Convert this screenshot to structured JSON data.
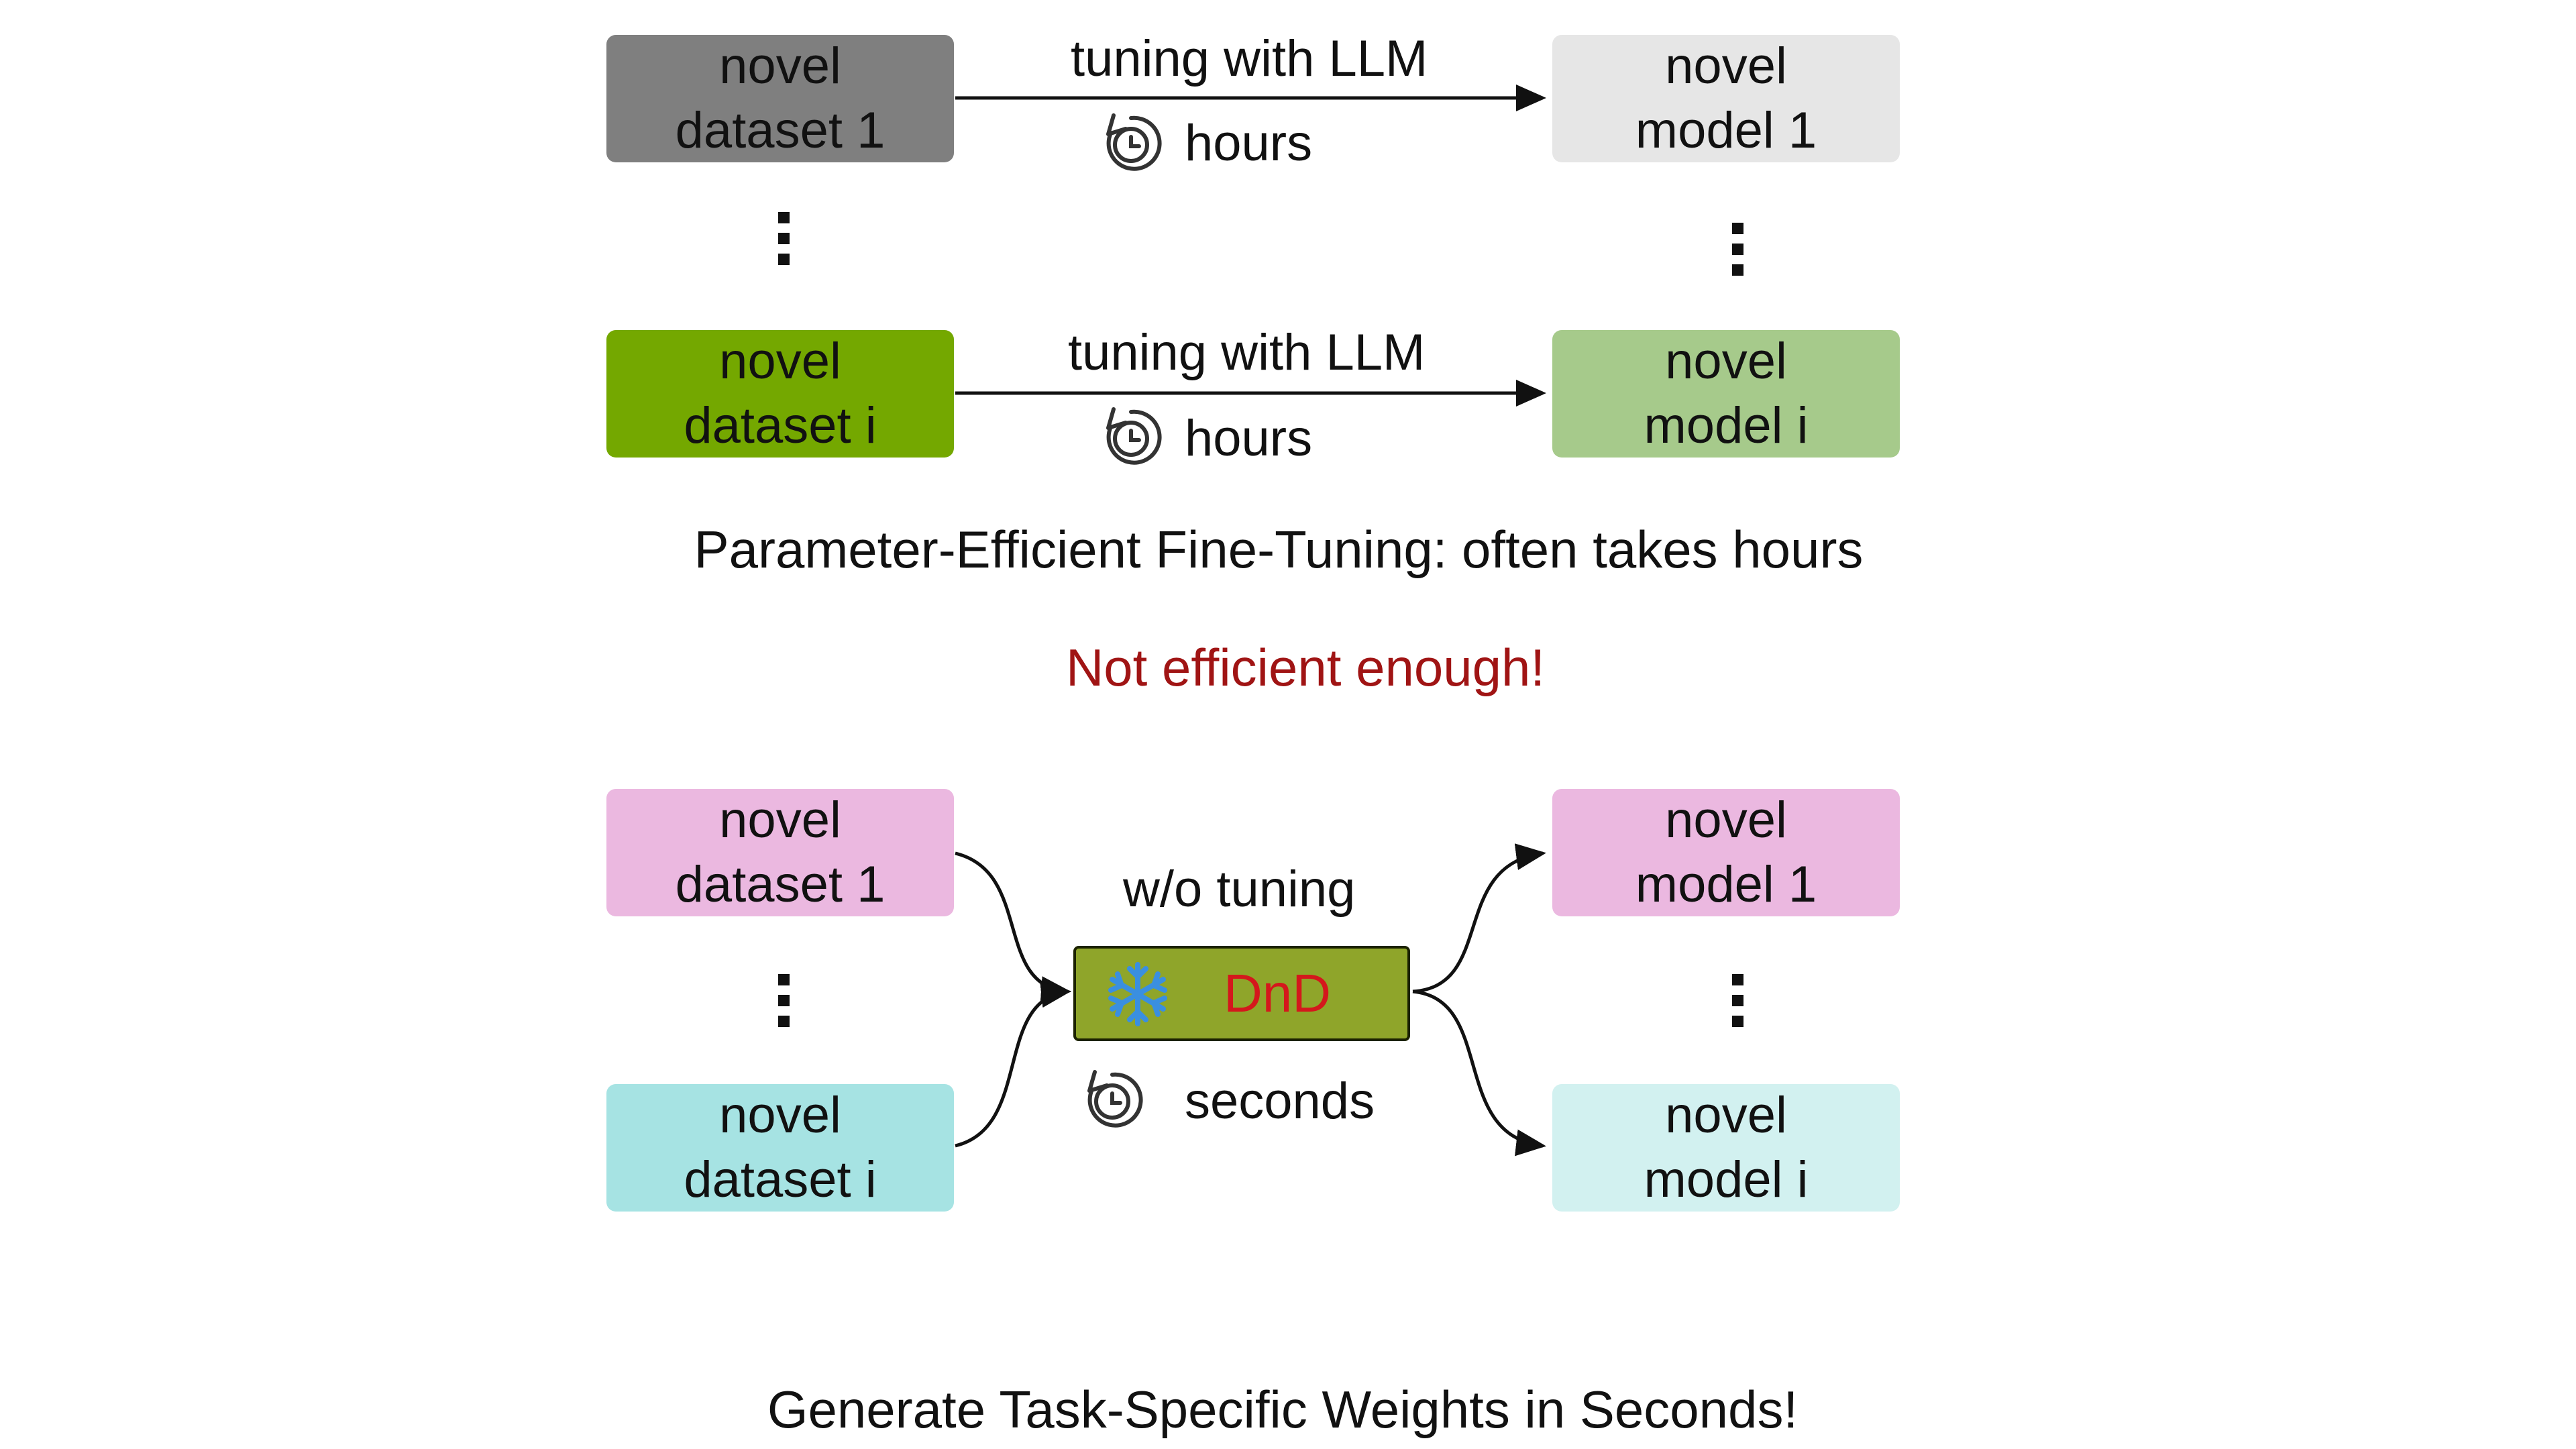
{
  "top": {
    "row1": {
      "dataset": [
        "novel",
        "dataset 1"
      ],
      "model": [
        "novel",
        "model 1"
      ],
      "arrow_label": "tuning with LLM",
      "time_label": "hours"
    },
    "rowi": {
      "dataset": [
        "novel",
        "dataset i"
      ],
      "model": [
        "novel",
        "model i"
      ],
      "arrow_label": "tuning with LLM",
      "time_label": "hours"
    },
    "caption": "Parameter-Efficient Fine-Tuning: often takes hours",
    "warning": "Not efficient enough!"
  },
  "bottom": {
    "dataset1": [
      "novel",
      "dataset 1"
    ],
    "dataseti": [
      "novel",
      "dataset i"
    ],
    "model1": [
      "novel",
      "model 1"
    ],
    "modeli": [
      "novel",
      "model i"
    ],
    "method_top_label": "w/o tuning",
    "method_name": "DnD",
    "time_label": "seconds",
    "caption": "Generate Task-Specific Weights in Seconds!"
  },
  "colors": {
    "dataset1_top": "#7f7f7f",
    "model1_top": "#e6e6e6",
    "dataseti_top": "#74a800",
    "modeli_top": "#a6ca8b",
    "dataset1_bottom": "#ebb8e0",
    "model1_bottom": "#ebb8e0",
    "dataseti_bottom": "#a6e3e3",
    "modeli_bottom": "#d2f1f0",
    "dnd_fill": "#8fa52a",
    "dnd_text": "#d4181c",
    "warning_text": "#a01414",
    "snowflake": "#3a8fe0"
  },
  "icons": [
    "clock-icon",
    "snowflake-icon",
    "ellipsis-icon"
  ]
}
